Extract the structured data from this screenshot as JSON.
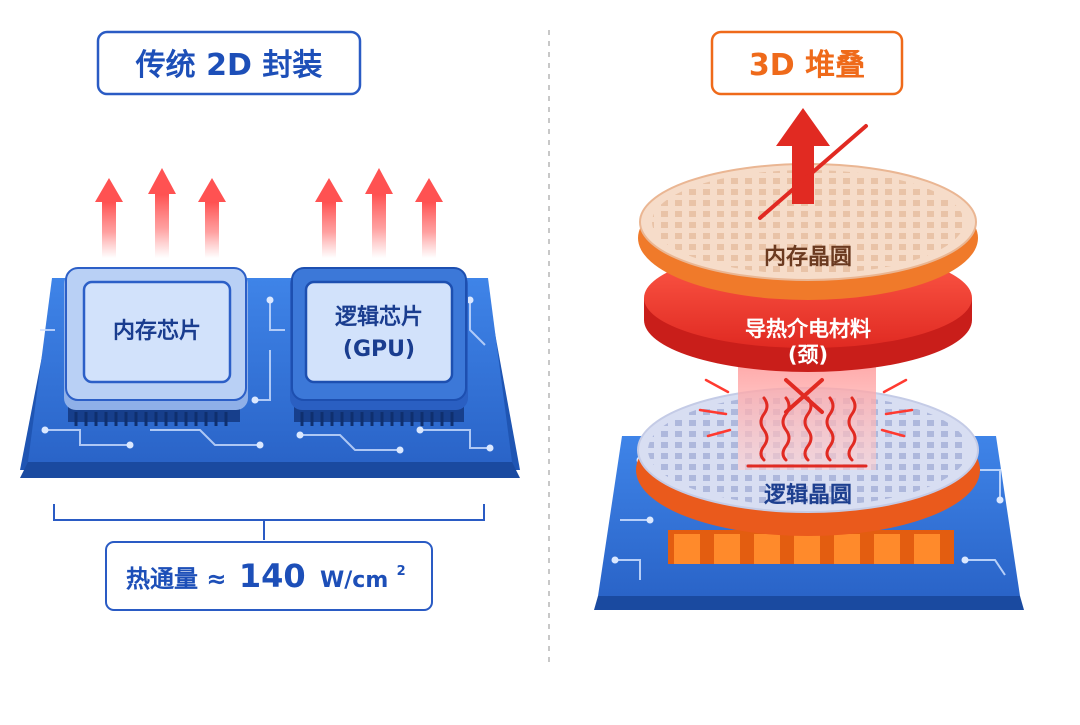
{
  "left_panel": {
    "title": "传统 2D 封装",
    "memory_chip_label": "内存芯片",
    "logic_chip_label_line1": "逻辑芯片",
    "logic_chip_label_line2": "(GPU)",
    "heat_flux_prefix": "热通量 ≈",
    "heat_flux_value": "140",
    "heat_flux_unit": "W/cm",
    "heat_flux_unit_exponent": "2"
  },
  "right_panel": {
    "title": "3D 堆叠",
    "memory_wafer_label": "内存晶圆",
    "dielectric_label_line1": "导热介电材料",
    "dielectric_label_line2": "(颈)",
    "logic_wafer_label": "逻辑晶圆"
  },
  "colors": {
    "blue_title": "#1d4fb8",
    "orange_title": "#ef6a1a",
    "board_blue": "#2f72d9",
    "heat_red": "#ef3b33",
    "wafer_peach": "#f6dcc9",
    "wafer_lavender": "#d8def2"
  }
}
